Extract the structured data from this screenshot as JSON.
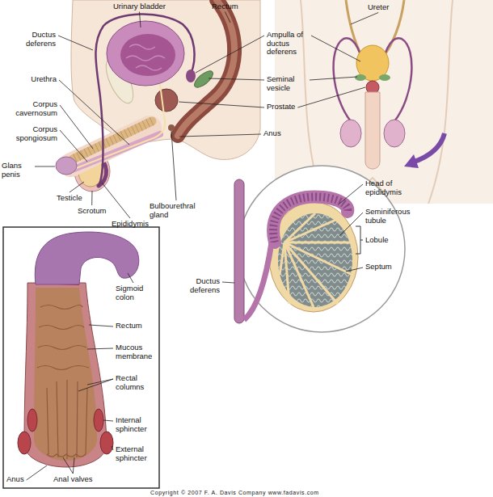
{
  "diagram": {
    "labels": [
      "Urinary bladder",
      "Rectum",
      "Ampulla of ductus deferens",
      "Ductus deferens",
      "Urethra",
      "Seminal vesicle",
      "Corpus cavernosum",
      "Prostate",
      "Corpus spongiosum",
      "Anus",
      "Glans penis",
      "Testicle",
      "Scrotum",
      "Epididymis",
      "Bulbourethral gland",
      "Ureter",
      "Head of epididymis",
      "Seminiferous tubule",
      "Lobule",
      "Septum",
      "Ductus deferens",
      "Sigmoid colon",
      "Rectum",
      "Mucous membrane",
      "Rectal columns",
      "Internal sphincter",
      "External sphincter",
      "Anus",
      "Anal valves",
      "Copyright © 2007 F. A. Davis Company www.fadavis.com"
    ]
  }
}
